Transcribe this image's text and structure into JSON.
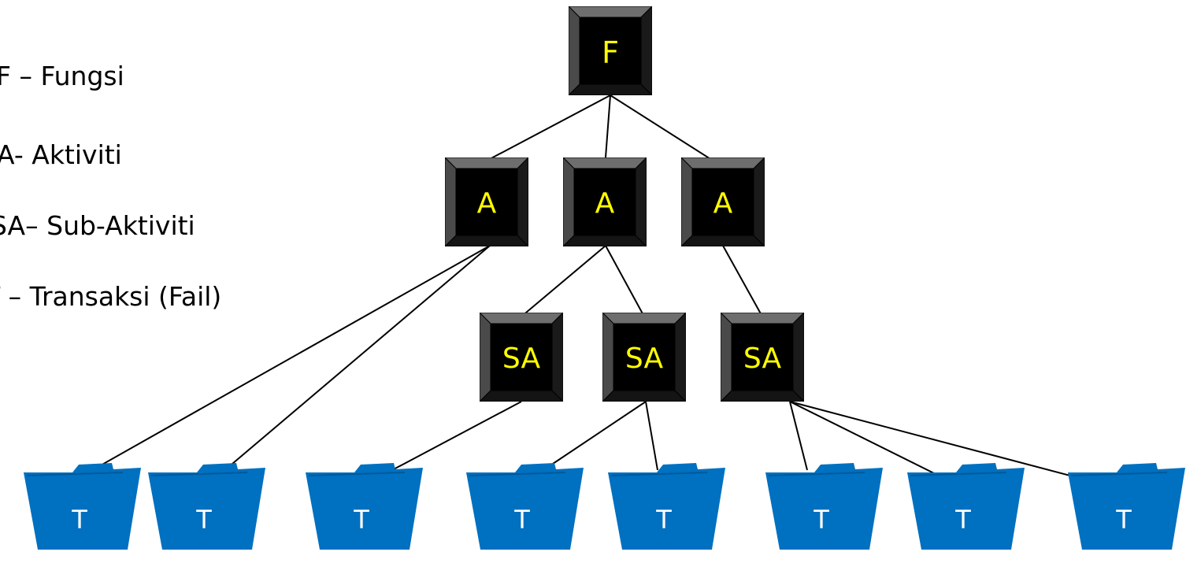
{
  "legend": [
    "F – Fungsi",
    "A- Aktiviti",
    "SA– Sub-Aktiviti",
    "T – Transaksi (Fail)"
  ],
  "nodes": {
    "function": "F",
    "activities": [
      "A",
      "A",
      "A"
    ],
    "sub_activities": [
      "SA",
      "SA",
      "SA"
    ],
    "transactions": [
      "T",
      "T",
      "T",
      "T",
      "T",
      "T",
      "T",
      "T"
    ]
  },
  "colors": {
    "box_fill": "#000000",
    "box_label": "#ffff00",
    "folder_fill": "#0070c0",
    "folder_label": "#ffffff",
    "line": "#000000"
  },
  "icons": {
    "box": "beveled-box-icon",
    "folder": "folder-icon"
  }
}
